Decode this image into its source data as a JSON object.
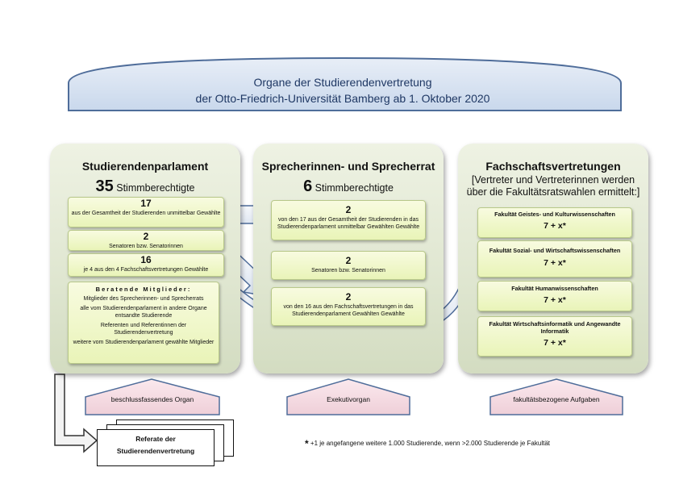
{
  "banner": {
    "line1": "Organe der Studierendenvertretung",
    "line2": "der Otto-Friedrich-Universität Bamberg  ab 1. Oktober 2020"
  },
  "parliament": {
    "title": "Studierendenparlament",
    "count": "35",
    "count_label": "Stimmberechtigte",
    "boxes": [
      {
        "num": "17",
        "label": "aus der Gesamtheit der Studierenden unmittelbar Gewählte"
      },
      {
        "num": "2",
        "label": "Senatoren bzw. Senatorinnen"
      },
      {
        "num": "16",
        "label": "je 4 aus den 4 Fachschaftsvertretungen Gewählte"
      }
    ],
    "advisory": {
      "heading": "Beratende Mitglieder:",
      "items": [
        "Mitglieder des Sprecherinnen- und Sprecherrats",
        "alle vom Studierendenparlament in andere Organe entsandte Studierende",
        "Referenten und Referentinnen der Studierendenvertretung",
        "weitere vom Studierendenparlament gewählte Mitglieder"
      ]
    }
  },
  "council": {
    "title": "Sprecherinnen- und Sprecherrat",
    "count": "6",
    "count_label": "Stimmberechtigte",
    "boxes": [
      {
        "num": "2",
        "label": "von den 17 aus der Gesamtheit der Studierenden in das Studierendenparlament unmittelbar Gewählten Gewählte"
      },
      {
        "num": "2",
        "label": "Senatoren bzw. Senatorinnen"
      },
      {
        "num": "2",
        "label": "von den 16 aus den  Fachschaftsvertretungen in das Studierendenparlament Gewählten Gewählte"
      }
    ]
  },
  "faculties": {
    "title": "Fachschaftsvertretungen",
    "subtitle1": "[Vertreter und Vertreterinnen werden",
    "subtitle2": "über die Fakultätsratswahlen ermittelt:]",
    "boxes": [
      {
        "name": "Fakultät Geistes- und Kulturwissenschaften",
        "value": "7 + x*"
      },
      {
        "name": "Fakultät Sozial- und Wirtschaftswissenschaften",
        "value": "7 + x*"
      },
      {
        "name": "Fakultät Humanwissenschaften",
        "value": "7 + x*"
      },
      {
        "name": "Fakultät Wirtschaftsinformatik und Angewandte Informatik",
        "value": "7 + x*"
      }
    ]
  },
  "roles": {
    "left": "beschlussfassendes Organ",
    "middle": "Exekutivorgan",
    "right": "fakultätsbezogene Aufgaben"
  },
  "referate": {
    "line1": "Referate der",
    "line2": "Studierendenvertretung"
  },
  "footnote": {
    "star": "*",
    "text": " +1 je angefangene weitere 1.000 Studierende, wenn >2.000 Studierende je Fakultät"
  },
  "colors": {
    "banner_fill": "#dce6f2",
    "banner_stroke": "#4f6d9a",
    "column_fill": "#e3e9d6",
    "box_fill": "#eef6c6",
    "house_fill": "#f2d4dc"
  }
}
